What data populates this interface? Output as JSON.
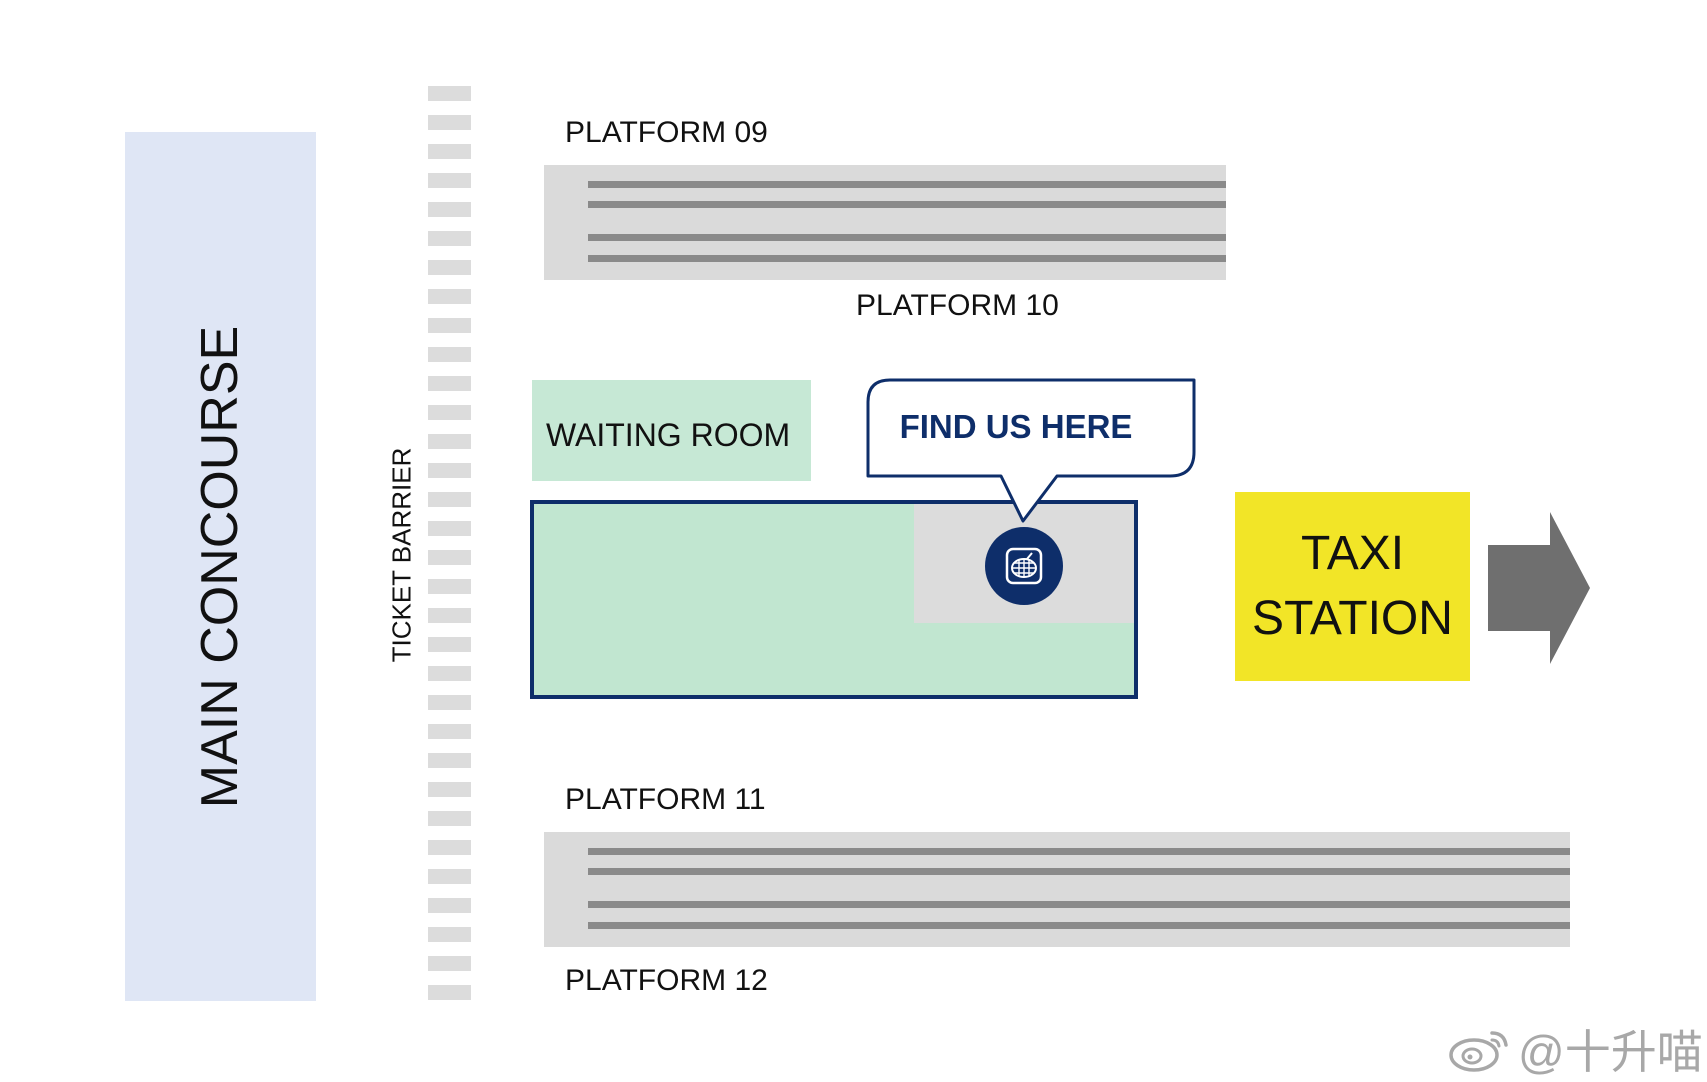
{
  "concourse": {
    "label": "MAIN CONCOURSE"
  },
  "ticket_barrier": {
    "label": "TICKET BARRIER"
  },
  "platforms": {
    "p09": "PLATFORM 09",
    "p10": "PLATFORM 10",
    "p11": "PLATFORM 11",
    "p12": "PLATFORM 12"
  },
  "waiting_room": {
    "label": "WAITING ROOM"
  },
  "callout": {
    "label": "FIND US HERE"
  },
  "taxi_station": {
    "line1": "TAXI",
    "line2": "STATION"
  },
  "watermark": {
    "text": "@十升喵"
  },
  "icons": [
    "pin-icon",
    "arrow-right-icon",
    "weibo-logo-icon"
  ],
  "colors": {
    "concourse": "#dfe6f5",
    "waiting_room": "#c6e8d5",
    "location_area": "#c1e6d0",
    "navy": "#0e2e6a",
    "track_bed": "#dadada",
    "rail": "#8a8a8a",
    "taxi": "#f2e527",
    "arrow": "#6f6f6f"
  }
}
